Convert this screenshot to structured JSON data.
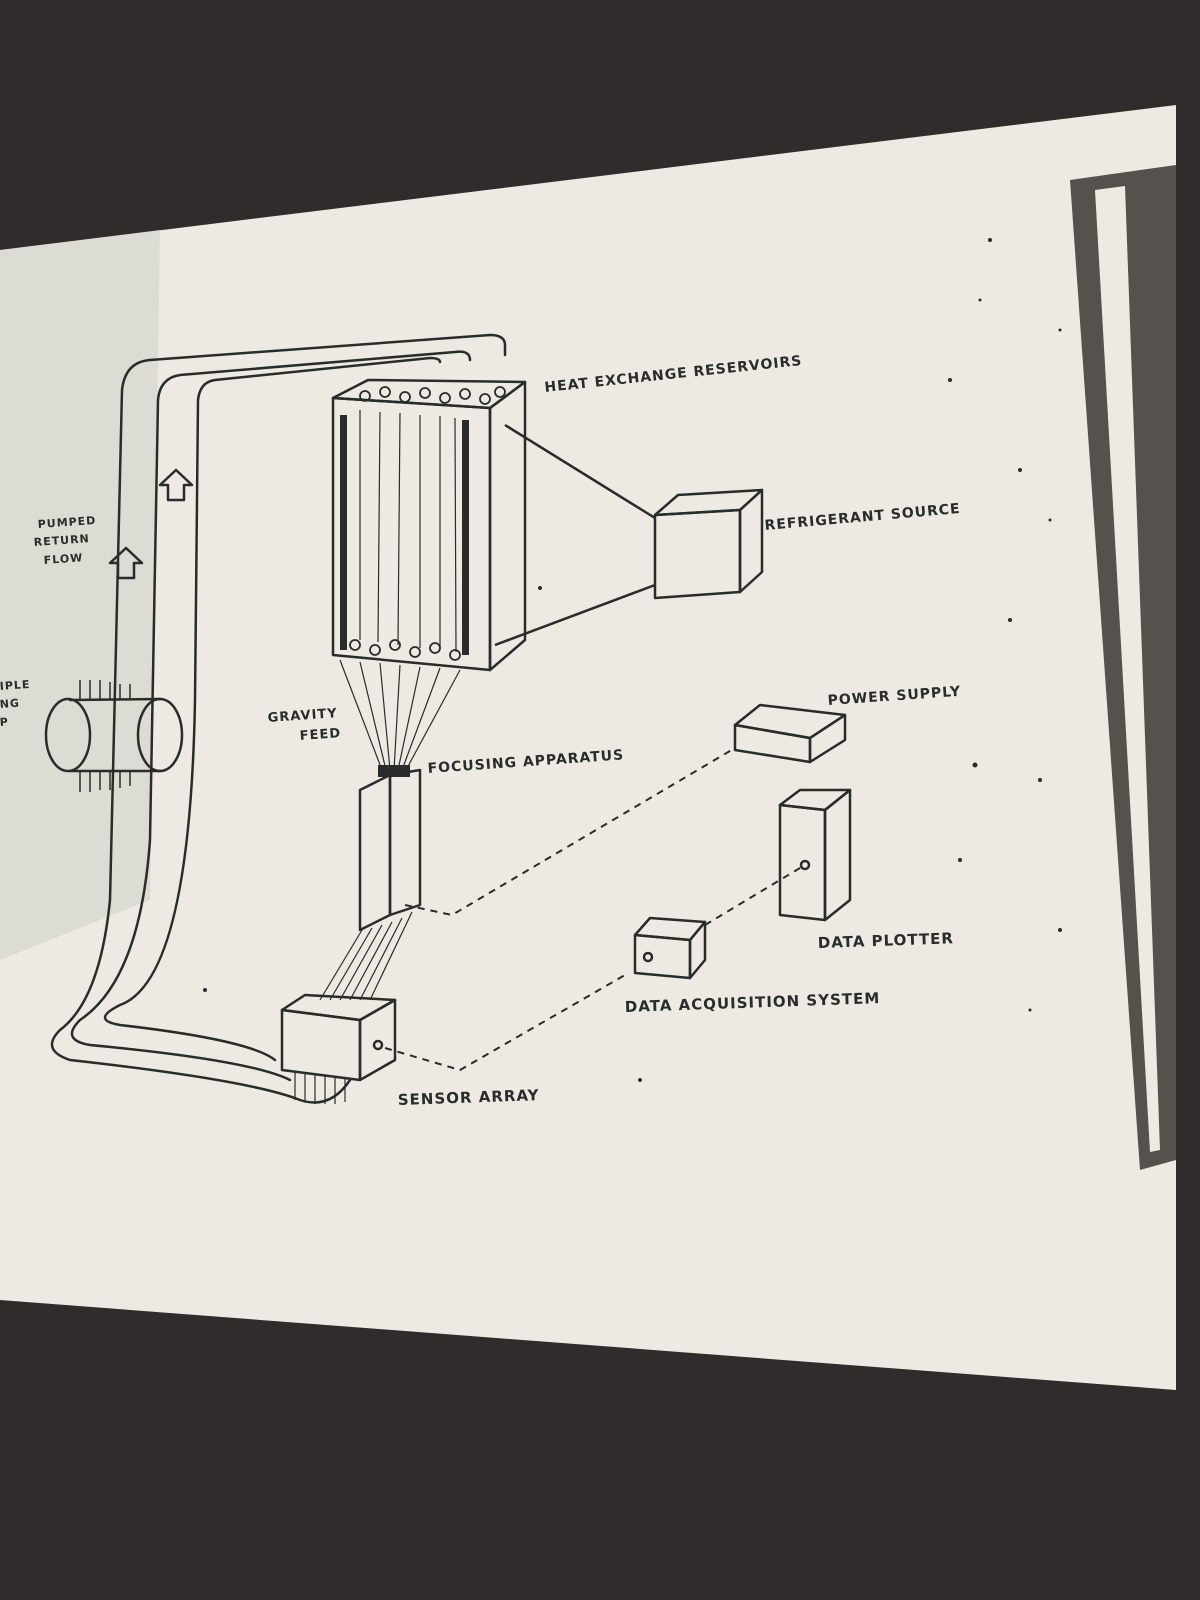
{
  "labels": {
    "heat_exchange_reservoirs": "HEAT EXCHANGE RESERVOIRS",
    "refrigerant_source": "REFRIGERANT SOURCE",
    "pumped_return_flow_line1": "PUMPED",
    "pumped_return_flow_line2": "RETURN",
    "pumped_return_flow_line3": "FLOW",
    "gravity_feed_line1": "GRAVITY",
    "gravity_feed_line2": "FEED",
    "focusing_apparatus": "FOCUSING APPARATUS",
    "power_supply": "POWER SUPPLY",
    "data_plotter": "DATA PLOTTER",
    "data_acquisition_system": "DATA ACQUISITION SYSTEM",
    "sensor_array": "SENSOR ARRAY",
    "cut_left_line1": "IPLE",
    "cut_left_line2": "NG",
    "cut_left_line3": "P"
  },
  "colors": {
    "paper": "#eceae3",
    "ink": "#2b2b2b",
    "background": "#2f2c2b",
    "shadow": "#c9c7c0"
  }
}
